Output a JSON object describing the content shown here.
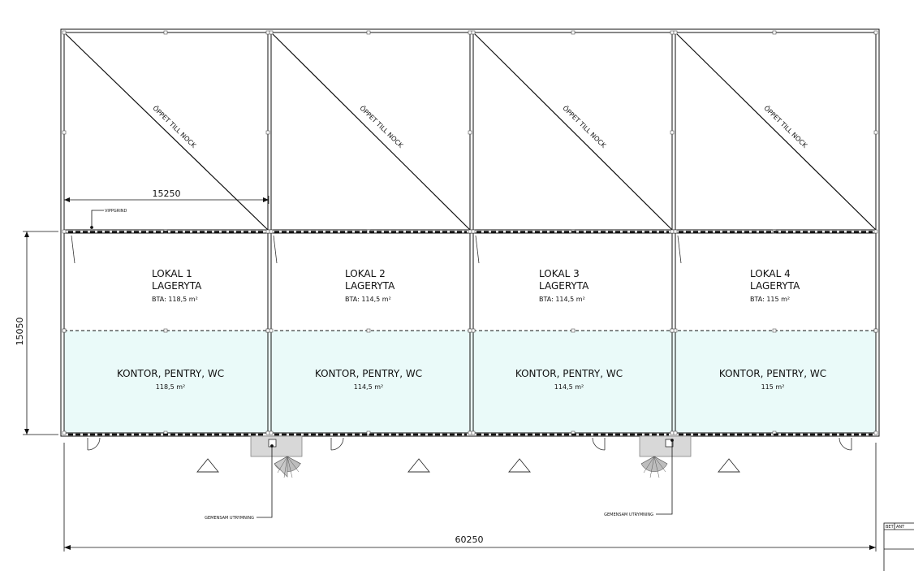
{
  "units": [
    {
      "lokal": "LOKAL 1",
      "lager": "LAGERYTA",
      "bta": "BTA: 118,5 m²",
      "office": "KONTOR, PENTRY, WC",
      "office_area": "118,5 m²",
      "roof_note": "ÖPPET TILL NOCK"
    },
    {
      "lokal": "LOKAL 2",
      "lager": "LAGERYTA",
      "bta": "BTA: 114,5 m²",
      "office": "KONTOR, PENTRY, WC",
      "office_area": "114,5 m²",
      "roof_note": "ÖPPET TILL NOCK"
    },
    {
      "lokal": "LOKAL 3",
      "lager": "LAGERYTA",
      "bta": "BTA: 114,5 m²",
      "office": "KONTOR, PENTRY, WC",
      "office_area": "114,5 m²",
      "roof_note": "ÖPPET TILL NOCK"
    },
    {
      "lokal": "LOKAL 4",
      "lager": "LAGERYTA",
      "bta": "BTA: 115 m²",
      "office": "KONTOR, PENTRY, WC",
      "office_area": "115 m²",
      "roof_note": "ÖPPET TILL NOCK"
    }
  ],
  "dimensions": {
    "unit_width": "15250",
    "depth": "15050",
    "total_width": "60250"
  },
  "annotations": {
    "vippgrind": "VIPPGRIND",
    "escape_left": "GEMENSAM UTRYMNING",
    "escape_right": "GEMENSAM UTRYMNING"
  },
  "title_block": {
    "col1": "BET",
    "col2": "ANT"
  },
  "colors": {
    "office_fill": "#eafaf9",
    "line": "#111111",
    "stair": "#d8d8d8"
  }
}
